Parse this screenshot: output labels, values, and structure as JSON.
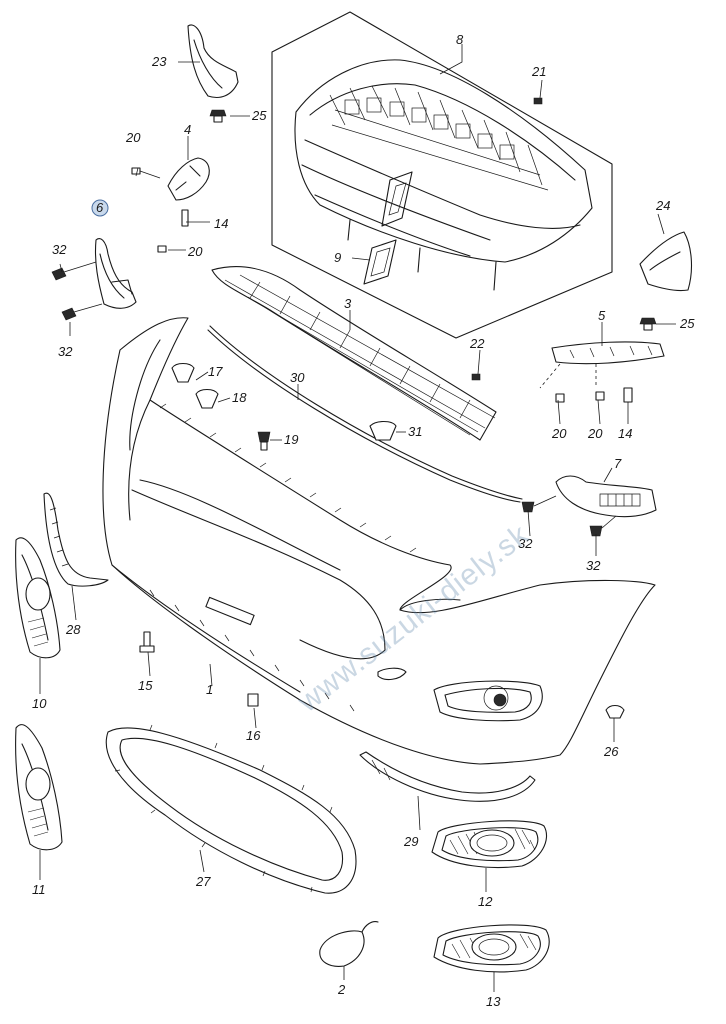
{
  "watermark": "www.suzuki-diely.sk",
  "parts": [
    {
      "id": "p1",
      "label": "1"
    },
    {
      "id": "p2",
      "label": "2"
    },
    {
      "id": "p3",
      "label": "3"
    },
    {
      "id": "p4",
      "label": "4"
    },
    {
      "id": "p5",
      "label": "5"
    },
    {
      "id": "p6",
      "label": "6",
      "highlighted": true
    },
    {
      "id": "p7",
      "label": "7"
    },
    {
      "id": "p8",
      "label": "8"
    },
    {
      "id": "p9",
      "label": "9"
    },
    {
      "id": "p10",
      "label": "10"
    },
    {
      "id": "p11",
      "label": "11"
    },
    {
      "id": "p12",
      "label": "12"
    },
    {
      "id": "p13",
      "label": "13"
    },
    {
      "id": "p14a",
      "label": "14"
    },
    {
      "id": "p14b",
      "label": "14"
    },
    {
      "id": "p15",
      "label": "15"
    },
    {
      "id": "p16",
      "label": "16"
    },
    {
      "id": "p17",
      "label": "17"
    },
    {
      "id": "p18",
      "label": "18"
    },
    {
      "id": "p19",
      "label": "19"
    },
    {
      "id": "p20a",
      "label": "20"
    },
    {
      "id": "p20b",
      "label": "20"
    },
    {
      "id": "p20c",
      "label": "20"
    },
    {
      "id": "p20d",
      "label": "20"
    },
    {
      "id": "p21",
      "label": "21"
    },
    {
      "id": "p22",
      "label": "22"
    },
    {
      "id": "p23",
      "label": "23"
    },
    {
      "id": "p24",
      "label": "24"
    },
    {
      "id": "p25a",
      "label": "25"
    },
    {
      "id": "p25b",
      "label": "25"
    },
    {
      "id": "p26",
      "label": "26"
    },
    {
      "id": "p27",
      "label": "27"
    },
    {
      "id": "p28",
      "label": "28"
    },
    {
      "id": "p29",
      "label": "29"
    },
    {
      "id": "p30",
      "label": "30"
    },
    {
      "id": "p31",
      "label": "31"
    },
    {
      "id": "p32a",
      "label": "32"
    },
    {
      "id": "p32b",
      "label": "32"
    },
    {
      "id": "p32c",
      "label": "32"
    },
    {
      "id": "p32d",
      "label": "32"
    }
  ],
  "colors": {
    "line": "#1a1a1a",
    "highlight_fill": "#c9d9ec",
    "highlight_stroke": "#4a6ea0",
    "watermark": "#6a8fb0"
  }
}
